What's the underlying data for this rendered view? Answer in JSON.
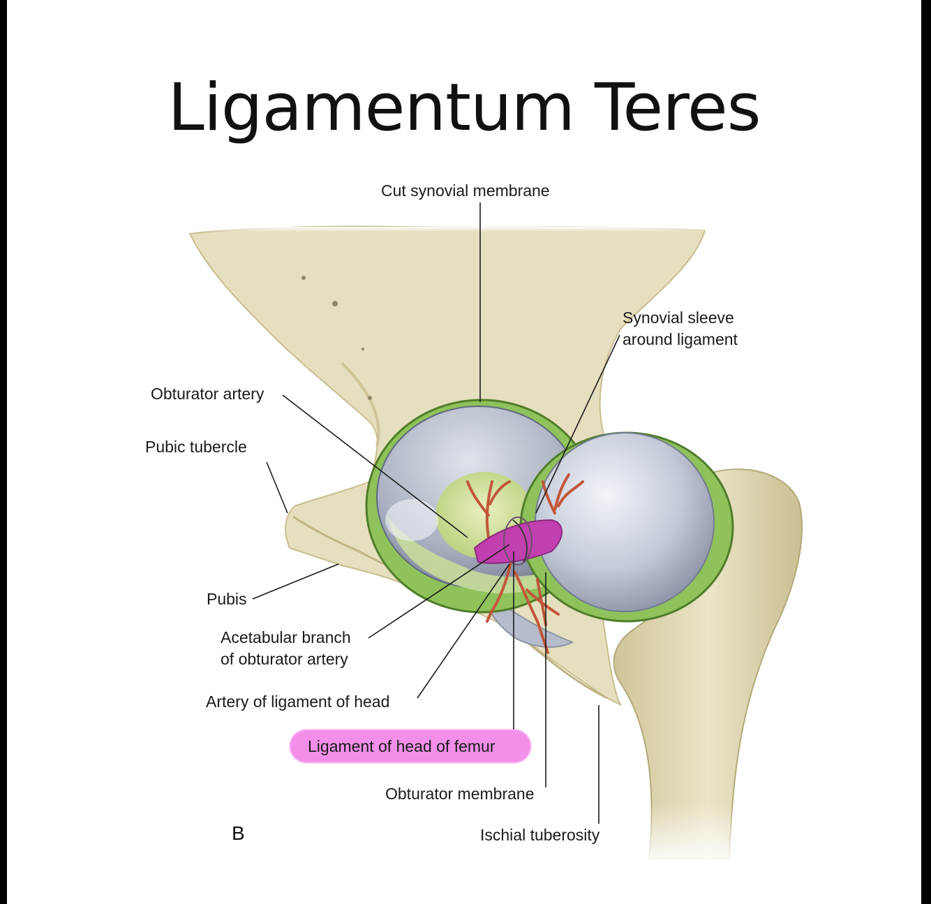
{
  "title": "Ligamentum Teres",
  "panel_letter": "B",
  "labels": {
    "cut_synovial_membrane": "Cut synovial membrane",
    "synovial_sleeve_1": "Synovial sleeve",
    "synovial_sleeve_2": "around ligament",
    "obturator_artery": "Obturator artery",
    "pubic_tubercle": "Pubic tubercle",
    "pubis": "Pubis",
    "acetabular_branch_1": "Acetabular branch",
    "acetabular_branch_2": "of obturator artery",
    "artery_of_ligament": "Artery of ligament of head",
    "ligament_of_head": "Ligament of head of femur",
    "obturator_membrane": "Obturator membrane",
    "ischial_tuberosity": "Ischial tuberosity"
  },
  "colors": {
    "bone": "#e6dfbf",
    "bone_shadow": "#c6bb8e",
    "synovial_green": "#8fc25a",
    "cartilage_gray": "#9aa3b5",
    "femoral_head": "#c9d0de",
    "artery": "#c2563a",
    "ligament": "#c23fb0",
    "highlight": "#f27ce6"
  }
}
